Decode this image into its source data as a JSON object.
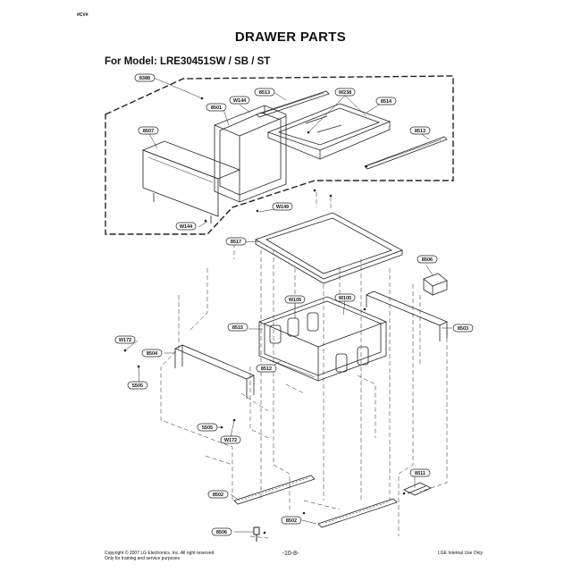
{
  "header": {
    "corner_text": "#CV#",
    "title": "DRAWER PARTS",
    "model_line": "For Model: LRE30451SW / SB / ST"
  },
  "parts": [
    {
      "id": "8388"
    },
    {
      "id": "8513"
    },
    {
      "id": "W144"
    },
    {
      "id": "W238"
    },
    {
      "id": "8514"
    },
    {
      "id": "8501"
    },
    {
      "id": "8507"
    },
    {
      "id": "8513"
    },
    {
      "id": "W149"
    },
    {
      "id": "W144"
    },
    {
      "id": "8517"
    },
    {
      "id": "8506"
    },
    {
      "id": "W105"
    },
    {
      "id": "W105"
    },
    {
      "id": "8515"
    },
    {
      "id": "8503"
    },
    {
      "id": "W172"
    },
    {
      "id": "8504"
    },
    {
      "id": "8512"
    },
    {
      "id": "5505"
    },
    {
      "id": "5505"
    },
    {
      "id": "W172"
    },
    {
      "id": "8511"
    },
    {
      "id": "8502"
    },
    {
      "id": "8502"
    },
    {
      "id": "8506"
    }
  ],
  "footer": {
    "copyright": "Copyright © 2007 LG Electronics. Inc. All right reserved",
    "training": "Only for training and service purposes",
    "page_number": "-10-8-",
    "internal": "LGE Internal Use Only"
  }
}
